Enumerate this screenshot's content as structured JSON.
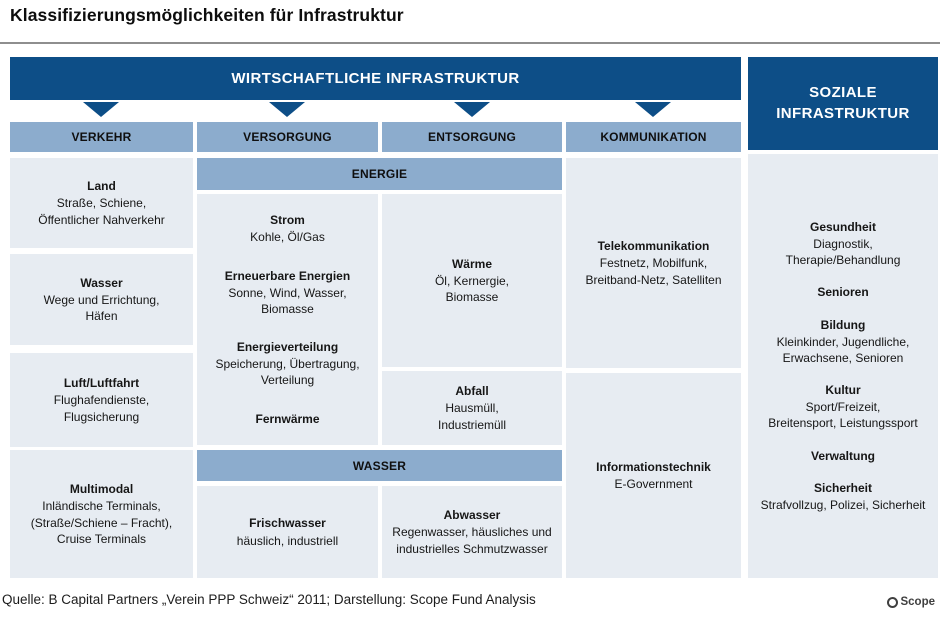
{
  "title": "Klassifizierungsmöglichkeiten für Infrastruktur",
  "colors": {
    "dark_blue": "#0d4e87",
    "medium_blue": "#8caccd",
    "light_cell": "#e7ecf2"
  },
  "economic": {
    "header": "WIRTSCHAFTLICHE INFRASTRUKTUR",
    "columns": [
      "VERKEHR",
      "VERSORGUNG",
      "ENTSORGUNG",
      "KOMMUNIKATION"
    ]
  },
  "verkehr": {
    "cells": [
      {
        "title": "Land",
        "body": "Straße, Schiene,\nÖffentlicher Nahverkehr"
      },
      {
        "title": "Wasser",
        "body": "Wege und Errichtung,\nHäfen"
      },
      {
        "title": "Luft/Luftfahrt",
        "body": "Flughafendienste,\nFlugsicherung"
      },
      {
        "title": "Multimodal",
        "body": "Inländische Terminals,\n(Straße/Schiene – Fracht),\nCruise Terminals"
      }
    ]
  },
  "versorgung": {
    "energie_header": "ENERGIE",
    "groups": [
      {
        "title": "Strom",
        "body": "Kohle, Öl/Gas"
      },
      {
        "title": "Erneuerbare Energien",
        "body": "Sonne, Wind, Wasser,\nBiomasse"
      },
      {
        "title": "Energieverteilung",
        "body": "Speicherung, Übertragung,\nVerteilung"
      },
      {
        "title": "Fernwärme"
      }
    ],
    "wasser_header": "WASSER",
    "frischwasser": {
      "title": "Frischwasser",
      "body": "häuslich, industriell"
    }
  },
  "entsorgung": {
    "waerme": {
      "title": "Wärme",
      "body": "Öl, Kernergie,\nBiomasse"
    },
    "abfall": {
      "title": "Abfall",
      "body": "Hausmüll,\nIndustriemüll"
    },
    "abwasser": {
      "title": "Abwasser",
      "body": "Regenwasser, häusliches und\nindustrielles Schmutzwasser"
    }
  },
  "kommunikation": {
    "telekommunikation": {
      "title": "Telekommunikation",
      "body": "Festnetz, Mobilfunk,\nBreitband-Netz, Satelliten"
    },
    "informationstechnik": {
      "title": "Informationstechnik",
      "body": "E-Government"
    }
  },
  "social": {
    "header": "SOZIALE\nINFRASTRUKTUR",
    "groups": [
      {
        "title": "Gesundheit",
        "body": "Diagnostik,\nTherapie/Behandlung"
      },
      {
        "title": "Senioren"
      },
      {
        "title": "Bildung",
        "body": "Kleinkinder, Jugendliche,\nErwachsene, Senioren"
      },
      {
        "title": "Kultur",
        "body": "Sport/Freizeit,\nBreitensport, Leistungssport"
      },
      {
        "title": "Verwaltung"
      },
      {
        "title": "Sicherheit",
        "body": "Strafvollzug, Polizei, Sicherheit"
      }
    ]
  },
  "footer": {
    "source": "Quelle: B Capital Partners „Verein PPP Schweiz“ 2011; Darstellung: Scope Fund Analysis",
    "logo": "Scope"
  }
}
